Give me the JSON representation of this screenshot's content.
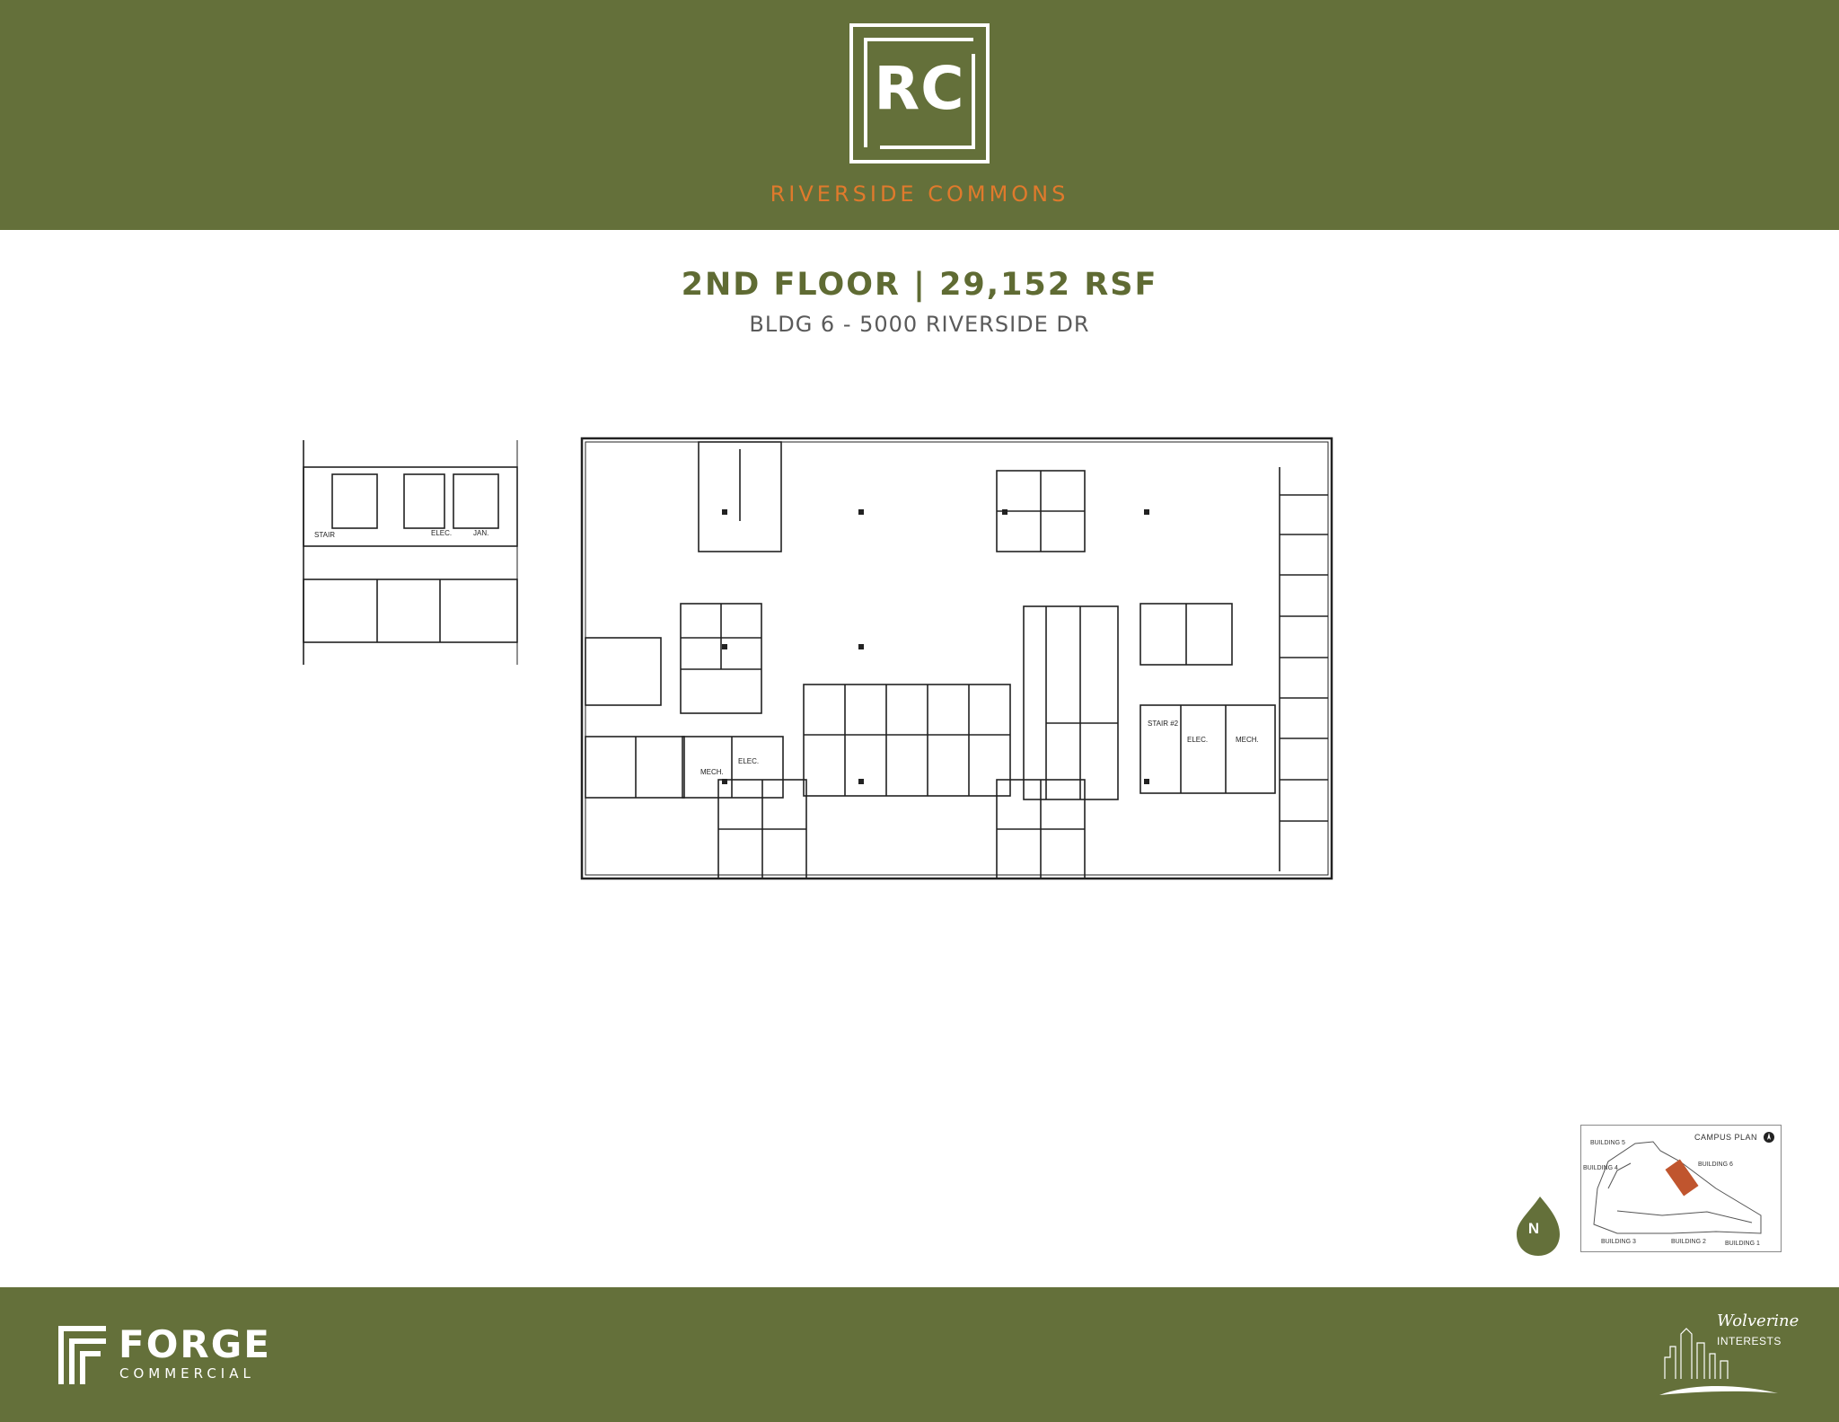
{
  "header": {
    "logo_letters": "RC",
    "brand_name": "RIVERSIDE COMMONS"
  },
  "floor": {
    "title": "2ND FLOOR | 29,152 RSF",
    "subtitle": "BLDG 6 - 5000 RIVERSIDE DR"
  },
  "plan": {
    "labels": {
      "elec_1": "ELEC.",
      "jan": "JAN.",
      "stair": "STAIR",
      "mech_1": "MECH.",
      "elec_2": "ELEC.",
      "stair_2": "STAIR #2",
      "elec_3": "ELEC.",
      "mech_2": "MECH."
    }
  },
  "compass": {
    "letter": "N"
  },
  "campus_plan": {
    "title": "CAMPUS PLAN",
    "buildings": [
      "BUILDING 5",
      "BUILDING 4",
      "BUILDING 6",
      "BUILDING 3",
      "BUILDING 2",
      "BUILDING 1"
    ]
  },
  "footer": {
    "forge_name": "FORGE",
    "forge_sub": "COMMERCIAL",
    "wolverine_name": "Wolverine",
    "wolverine_sub": "INTERESTS"
  },
  "colors": {
    "band_green": "#64703a",
    "title_green": "#5f6b33",
    "accent_orange": "#e07a2c",
    "building_highlight": "#c0552e"
  }
}
